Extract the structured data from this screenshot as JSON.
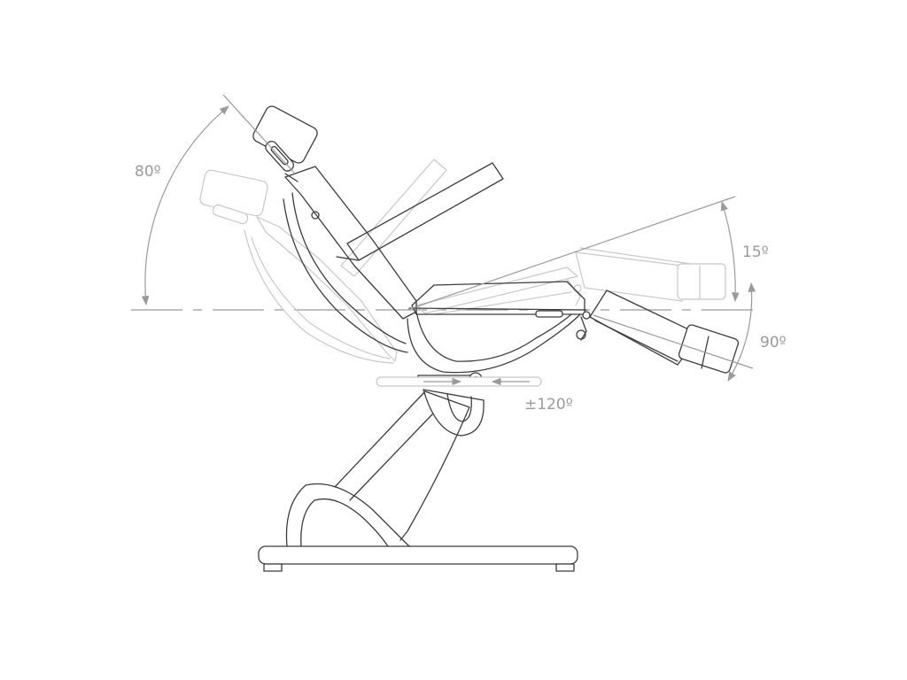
{
  "labels": {
    "backrest_angle": "80º",
    "seat_angle": "15º",
    "leg_angle": "90º",
    "rotation": "±120º"
  },
  "colors": {
    "line": "#3c3c3c",
    "ghost": "#c8c8c8",
    "guide": "#9a9a9a",
    "background": "#ffffff"
  }
}
